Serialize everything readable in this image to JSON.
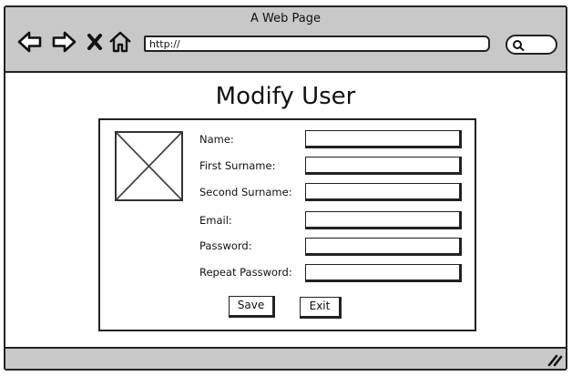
{
  "window": {
    "title": "A Web Page"
  },
  "toolbar": {
    "back_icon": "arrow-left-icon",
    "forward_icon": "arrow-right-icon",
    "stop_icon": "close-icon",
    "home_icon": "home-icon",
    "url_value": "http://",
    "search_icon": "search-icon"
  },
  "page": {
    "title": "Modify User"
  },
  "form": {
    "avatar_icon": "image-placeholder-icon",
    "fields": [
      {
        "label": "Name:",
        "value": ""
      },
      {
        "label": "First Surname:",
        "value": ""
      },
      {
        "label": "Second Surname:",
        "value": ""
      },
      {
        "label": "Email:",
        "value": ""
      },
      {
        "label": "Password:",
        "value": ""
      },
      {
        "label": "Repeat Password:",
        "value": ""
      }
    ],
    "save_label": "Save",
    "exit_label": "Exit"
  },
  "statusbar": {
    "grip_icon": "resize-grip-icon"
  }
}
